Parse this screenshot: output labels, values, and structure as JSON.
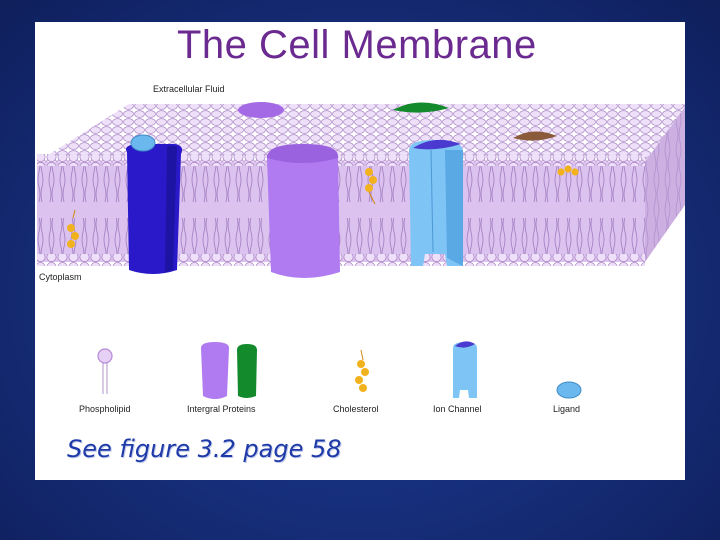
{
  "slide": {
    "title": "The Cell Membrane",
    "caption": "See figure 3.2 page 58"
  },
  "diagram": {
    "extracellular_label": "Extracellular Fluid",
    "cytoplasm_label": "Cytoplasm",
    "legend": [
      {
        "label": "Phospholipid"
      },
      {
        "label": "Intergral Proteins"
      },
      {
        "label": "Cholesterol"
      },
      {
        "label": "Ion Channel"
      },
      {
        "label": "Ligand"
      }
    ]
  },
  "colors": {
    "background": "#17307e",
    "title": "#6a2a8f",
    "caption": "#1e3aa8",
    "membrane": "#dcc2ee",
    "lipid_head": "#e8d4f6",
    "protein_blue": "#2a19c9",
    "protein_purple": "#b07af0",
    "ion_channel": "#7ec4f5",
    "protein_green": "#138a2c",
    "cholesterol": "#f2b21e",
    "ligand": "#6ab8ee"
  }
}
